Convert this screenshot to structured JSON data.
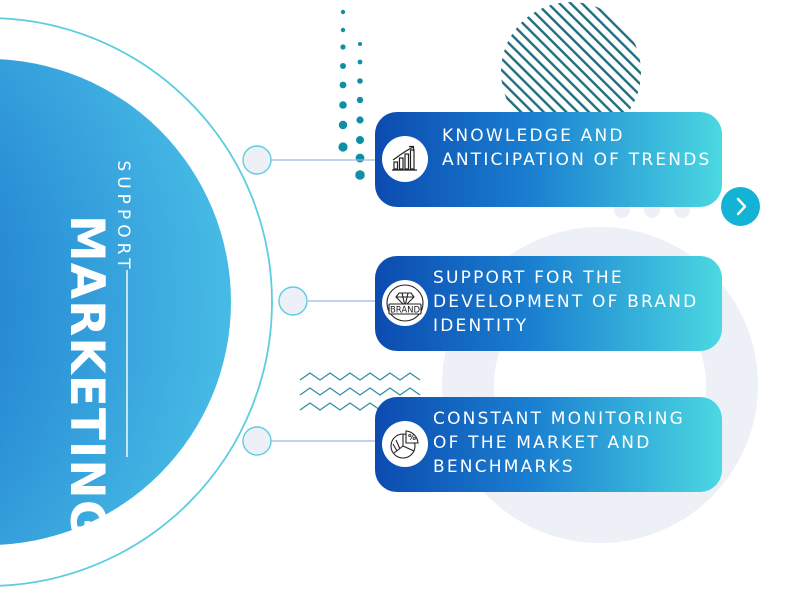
{
  "title": {
    "support": "SUPPORT",
    "marketing": "MARKETING"
  },
  "cards": [
    {
      "text": "KNOWLEDGE AND ANTICIPATION OF TRENDS",
      "icon": "trend-chart-icon"
    },
    {
      "text": "SUPPORT FOR THE DEVELOPMENT OF BRAND IDENTITY",
      "icon": "brand-diamond-icon",
      "icon_text": "BRAND"
    },
    {
      "text": "CONSTANT MONITORING OF THE MARKET AND BENCHMARKS",
      "icon": "pie-percent-icon",
      "icon_text": "%"
    }
  ],
  "next_icon": "chevron-right-icon",
  "colors": {
    "circle_dark": "#0a4fb5",
    "circle_light": "#3aaee0",
    "accent_cyan": "#13b3d6",
    "ring": "#5ccde0",
    "card_start": "#0c4bb0",
    "card_end": "#4bd8e2",
    "dots": "#0f8fa6",
    "stripes": "#1f6f80",
    "background_circle": "#eef0f7"
  }
}
